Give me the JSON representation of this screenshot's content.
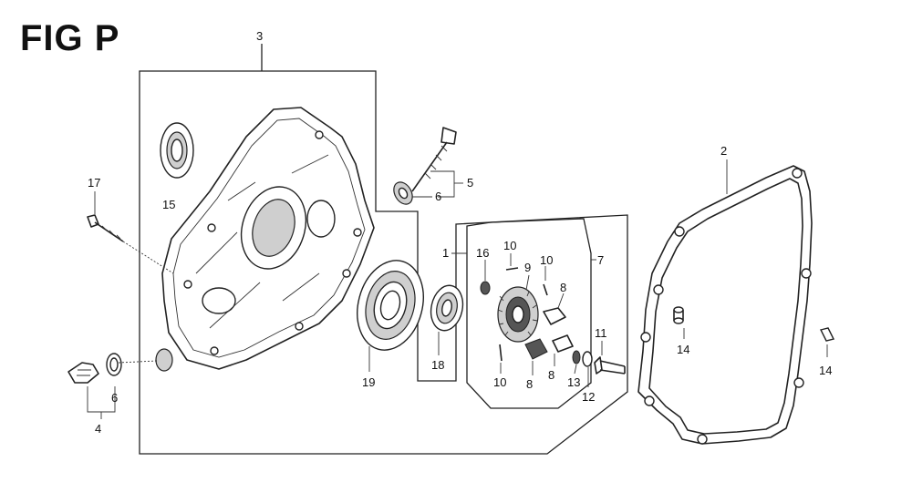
{
  "figure": {
    "title": "FIG P"
  },
  "labels": {
    "p1": "1",
    "p2": "2",
    "p3": "3",
    "p4": "4",
    "p5": "5",
    "p6a": "6",
    "p6b": "6",
    "p7": "7",
    "p8a": "8",
    "p8b": "8",
    "p8c": "8",
    "p9": "9",
    "p10a": "10",
    "p10b": "10",
    "p10c": "10",
    "p11": "11",
    "p12": "12",
    "p13": "13",
    "p14a": "14",
    "p14b": "14",
    "p15": "15",
    "p16": "16",
    "p17": "17",
    "p18": "18",
    "p19": "19"
  }
}
